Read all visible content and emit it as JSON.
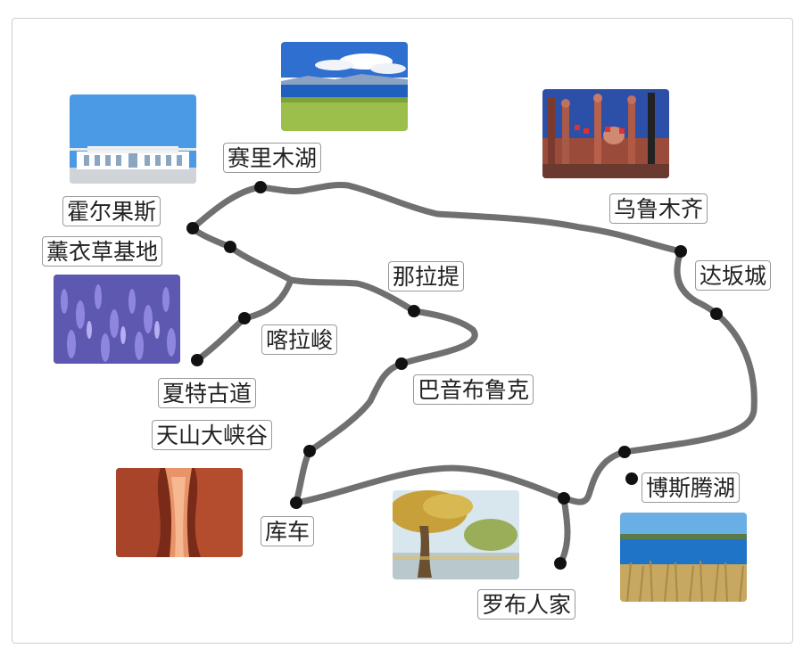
{
  "map": {
    "places": {
      "sailimu_lake": "赛里木湖",
      "horgos": "霍尔果斯",
      "lavender_base": "薰衣草基地",
      "karajun": "喀拉峻",
      "xiate_trail": "夏特古道",
      "nalati": "那拉提",
      "bayinbuluke": "巴音布鲁克",
      "tianshan_canyon": "天山大峡谷",
      "kuqa": "库车",
      "urumqi": "乌鲁木齐",
      "dabancheng": "达坂城",
      "bosten_lake": "博斯腾湖",
      "luobu_village": "罗布人家"
    },
    "photos": {
      "sailimu_lake": "lake-landscape-photo",
      "horgos": "horgos-port-building-photo",
      "urumqi": "grand-bazaar-photo",
      "lavender_base": "lavender-field-photo",
      "tianshan_canyon": "red-canyon-photo",
      "luobu_village": "poplar-tree-photo",
      "bosten_lake": "reed-lake-photo"
    },
    "colors": {
      "route": "#707070",
      "stop_dot": "#111111",
      "label_border": "#9a9a9a"
    }
  }
}
